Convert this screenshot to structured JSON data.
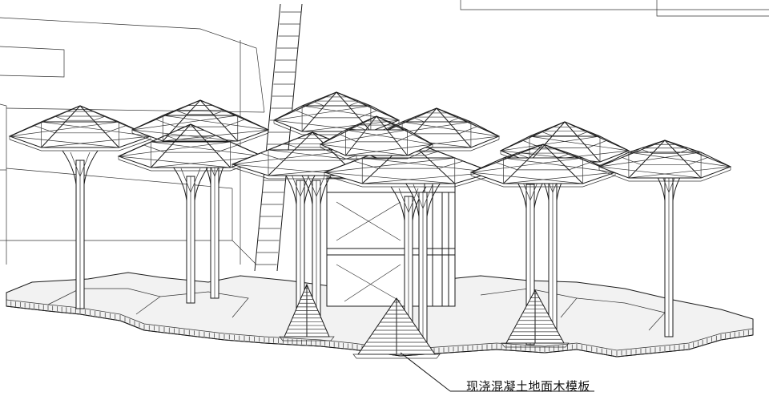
{
  "annotation": {
    "label": "现浇混凝土地面木模板"
  },
  "colors": {
    "line": "#1a1a1a",
    "background": "#ffffff"
  },
  "canopies": [
    {
      "id": "c1"
    },
    {
      "id": "c2"
    },
    {
      "id": "c3"
    },
    {
      "id": "c4"
    },
    {
      "id": "c5"
    },
    {
      "id": "c6"
    },
    {
      "id": "c7"
    },
    {
      "id": "c8"
    },
    {
      "id": "c9"
    },
    {
      "id": "c10"
    },
    {
      "id": "c11"
    }
  ]
}
